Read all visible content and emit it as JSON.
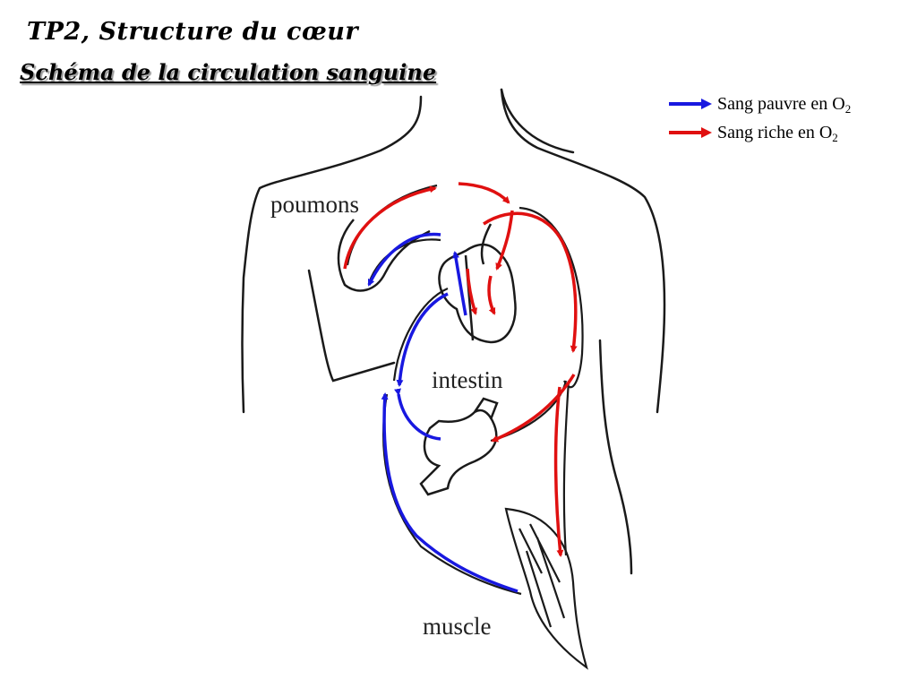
{
  "header": {
    "title": "TP2, Structure du cœur",
    "subtitle": "Schéma de la circulation sanguine"
  },
  "legend": {
    "items": [
      {
        "label": "Sang pauvre en O",
        "sub": "2",
        "color": "#1818e0"
      },
      {
        "label": "Sang riche en O",
        "sub": "2",
        "color": "#e01010"
      }
    ]
  },
  "labels": {
    "lungs": "poumons",
    "intestine": "intestin",
    "muscle": "muscle"
  },
  "colors": {
    "deoxygenated": "#1818e0",
    "oxygenated": "#e01010",
    "outline": "#1a1a1a"
  }
}
